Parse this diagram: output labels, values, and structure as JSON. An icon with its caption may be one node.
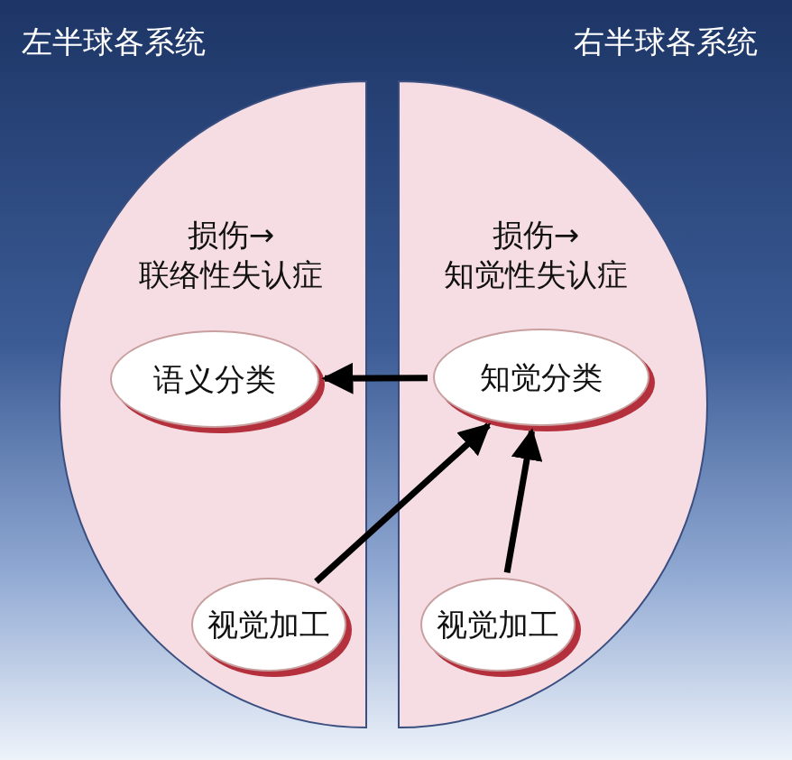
{
  "diagram": {
    "nodes": [
      {
        "text": [
          "左半球各系统",
          "损伤→",
          "联络性失认症"
        ]
      },
      {
        "text": [
          "语义分类"
        ],
        "in": 0
      },
      {
        "text": [
          "视觉加工"
        ],
        "in": 0
      },
      {
        "text": [
          "右半球各系统",
          "损伤→",
          "知觉性失认症"
        ]
      },
      {
        "text": [
          "知觉分类"
        ],
        "in": 3
      },
      {
        "text": [
          "视觉加工"
        ],
        "in": 3
      }
    ],
    "edges": [
      {
        "from": 4,
        "to": 1,
        "arrow": "to"
      },
      {
        "from": 2,
        "to": 4,
        "arrow": "to"
      },
      {
        "from": 5,
        "to": 4,
        "arrow": "to"
      }
    ]
  }
}
